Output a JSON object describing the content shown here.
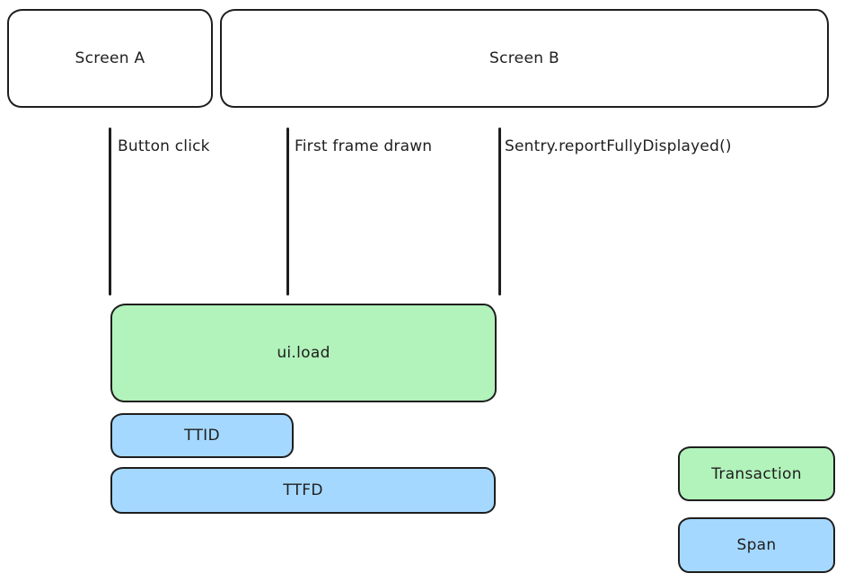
{
  "diagram": {
    "background_color": "#ffffff",
    "stroke_color": "#1e1e1e",
    "transaction_fill_color": "#b2f2bb",
    "span_fill_color": "#a5d8ff",
    "screens": [
      {
        "id": "screen-a",
        "label": "Screen A"
      },
      {
        "id": "screen-b",
        "label": "Screen B"
      }
    ],
    "events": [
      {
        "id": "button-click",
        "label": "Button click"
      },
      {
        "id": "first-frame-drawn",
        "label": "First frame drawn"
      },
      {
        "id": "report-fully-displayed",
        "label": "Sentry.reportFullyDisplayed()"
      }
    ],
    "bars": [
      {
        "id": "ui-load",
        "label": "ui.load",
        "kind": "transaction"
      },
      {
        "id": "ttid",
        "label": "TTID",
        "kind": "span"
      },
      {
        "id": "ttfd",
        "label": "TTFD",
        "kind": "span"
      }
    ],
    "legend": [
      {
        "label": "Transaction",
        "kind": "transaction"
      },
      {
        "label": "Span",
        "kind": "span"
      }
    ]
  }
}
